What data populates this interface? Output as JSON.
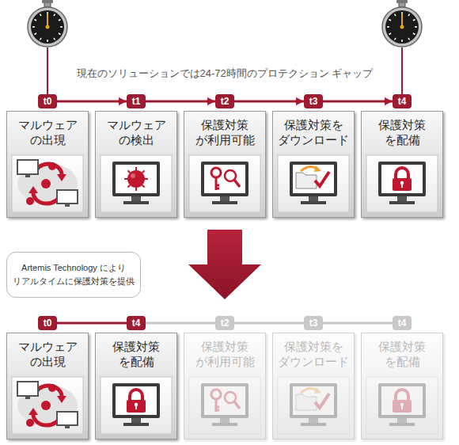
{
  "diagram": {
    "nodes": [
      {
        "text": [
          "t0"
        ]
      },
      {
        "text": [
          "t1"
        ]
      },
      {
        "text": [
          "t2"
        ]
      },
      {
        "text": [
          "t3"
        ]
      },
      {
        "text": [
          "t4"
        ]
      },
      {
        "text": [
          "マルウェア の出現"
        ]
      },
      {
        "text": [
          "マルウェア の検出"
        ]
      },
      {
        "text": [
          "保護対策 が利用可能"
        ]
      },
      {
        "text": [
          "保護対策を ダウンロード"
        ]
      },
      {
        "text": [
          "保護対策 を配備"
        ]
      },
      {
        "text": [
          "Artemis Technology により リアルタイムに保護対策を提供"
        ]
      },
      {
        "text": [
          "t0"
        ]
      },
      {
        "text": [
          "t4"
        ]
      },
      {
        "text": [
          "t2"
        ]
      },
      {
        "text": [
          "t3"
        ]
      },
      {
        "text": [
          "t4"
        ]
      },
      {
        "text": [
          "マルウェア の出現"
        ]
      },
      {
        "text": [
          "保護対策 を配備"
        ]
      },
      {
        "text": [
          "保護対策 が利用可能"
        ]
      },
      {
        "text": [
          "保護対策を ダウンロード"
        ]
      },
      {
        "text": [
          "保護対策 を配備"
        ]
      }
    ],
    "edges": [
      {
        "from": 0,
        "to": 1,
        "arrow": "to"
      },
      {
        "from": 1,
        "to": 2,
        "arrow": "to"
      },
      {
        "from": 2,
        "to": 3,
        "arrow": "to"
      },
      {
        "from": 3,
        "to": 4,
        "arrow": "to"
      },
      {
        "from": 11,
        "to": 12,
        "arrow": "none"
      },
      {
        "from": 12,
        "to": 13,
        "arrow": "none"
      },
      {
        "from": 13,
        "to": 14,
        "arrow": "none"
      },
      {
        "from": 14,
        "to": 15,
        "arrow": "none"
      }
    ],
    "labels": [
      "現在のソリューションでは24-72時間のプロテクション ギャップ"
    ]
  }
}
